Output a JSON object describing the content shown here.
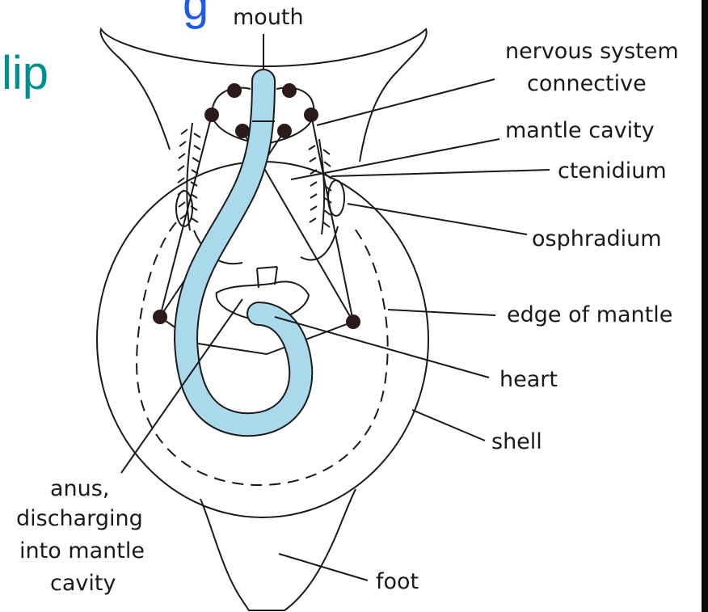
{
  "slide_text": {
    "top": "g",
    "lip": "lip",
    "top_color": "#1e5ce6",
    "lip_color": "#008f8c"
  },
  "diagram": {
    "gut_color": "#a9d9ea",
    "labels": {
      "mouth": "mouth",
      "nervous_system_1": "nervous system",
      "nervous_system_2": "connective",
      "mantle_cavity": "mantle cavity",
      "ctenidium": "ctenidium",
      "osphradium": "osphradium",
      "edge_of_mantle": "edge of mantle",
      "heart": "heart",
      "shell": "shell",
      "anus_1": "anus,",
      "anus_2": "discharging",
      "anus_3": "into mantle",
      "anus_4": "cavity",
      "foot": "foot"
    }
  }
}
